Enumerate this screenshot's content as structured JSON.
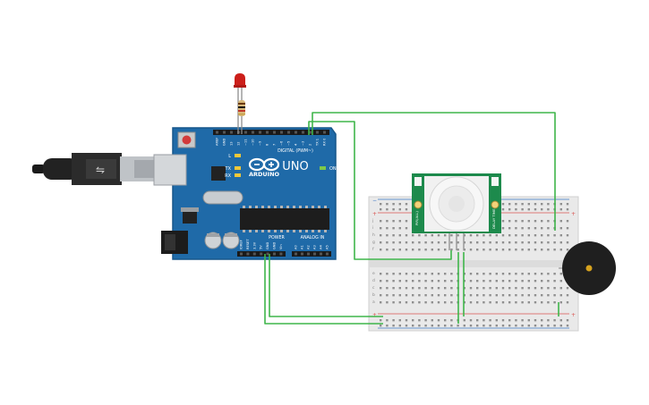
{
  "arduino": {
    "brand": "ARDUINO",
    "model": "UNO",
    "digital_header_label": "DIGITAL (PWM~)",
    "power_header_label": "POWER",
    "analog_header_label": "ANALOG IN",
    "led_label_l": "L",
    "led_label_tx": "TX",
    "led_label_rx": "RX",
    "led_label_on": "ON",
    "top_pins": [
      "AREF",
      "GND",
      "13",
      "12",
      "~11",
      "~10",
      "~9",
      "8",
      "7",
      "~6",
      "~5",
      "4",
      "~3",
      "2",
      "TX 1",
      "RX 0"
    ],
    "power_pins": [
      "IOREF",
      "RESET",
      "3.3V",
      "5V",
      "GND",
      "GND",
      "Vin"
    ],
    "analog_pins": [
      "A0",
      "A1",
      "A2",
      "A3",
      "A4",
      "A5"
    ]
  },
  "pir_sensor": {
    "left_label": "PIR(ALL)",
    "right_label": "DELAY TIME"
  },
  "breadboard": {
    "row_letters_top": [
      "j",
      "i",
      "h",
      "g",
      "f"
    ],
    "row_letters_bottom": [
      "e",
      "d",
      "c",
      "b",
      "a"
    ],
    "rail_plus": "+",
    "rail_minus": "−"
  },
  "colors": {
    "board_blue": "#1f6aa8",
    "wire_green": "#3fb54a",
    "led_red": "#cc1f1a",
    "breadboard": "#e9e9e9",
    "pir_green": "#1d8a4c",
    "buzzer": "#1f1f1f"
  }
}
